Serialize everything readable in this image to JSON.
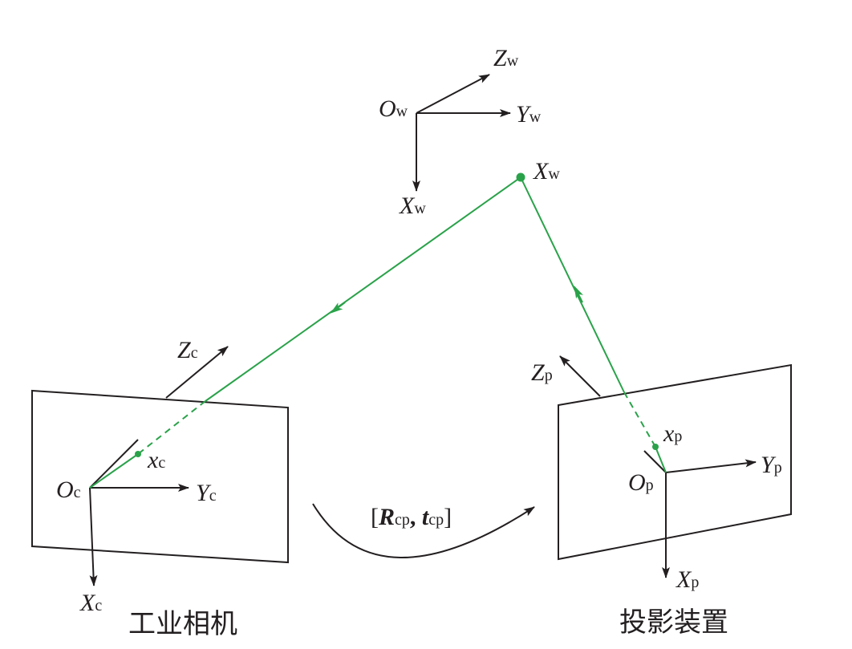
{
  "colors": {
    "ray": "#2aa24a",
    "ink": "#231f20",
    "background": "#ffffff"
  },
  "world": {
    "origin": "O",
    "origin_sub": "w",
    "x": "X",
    "x_sub": "w",
    "y": "Y",
    "y_sub": "w",
    "z": "Z",
    "z_sub": "w"
  },
  "world_point": {
    "label": "X",
    "sub": "w"
  },
  "camera": {
    "origin": "O",
    "origin_sub": "c",
    "x": "X",
    "x_sub": "c",
    "y": "Y",
    "y_sub": "c",
    "z": "Z",
    "z_sub": "c",
    "image_point": "x",
    "image_point_sub": "c",
    "caption": "工业相机"
  },
  "projector": {
    "origin": "O",
    "origin_sub": "p",
    "x": "X",
    "x_sub": "p",
    "y": "Y",
    "y_sub": "p",
    "z": "Z",
    "z_sub": "p",
    "image_point": "x",
    "image_point_sub": "p",
    "caption": "投影装置"
  },
  "transform": {
    "open": "[",
    "rot": "R",
    "rot_sub": "cp",
    "sep": ", ",
    "trans": "t",
    "trans_sub": "cp",
    "close": "]"
  }
}
